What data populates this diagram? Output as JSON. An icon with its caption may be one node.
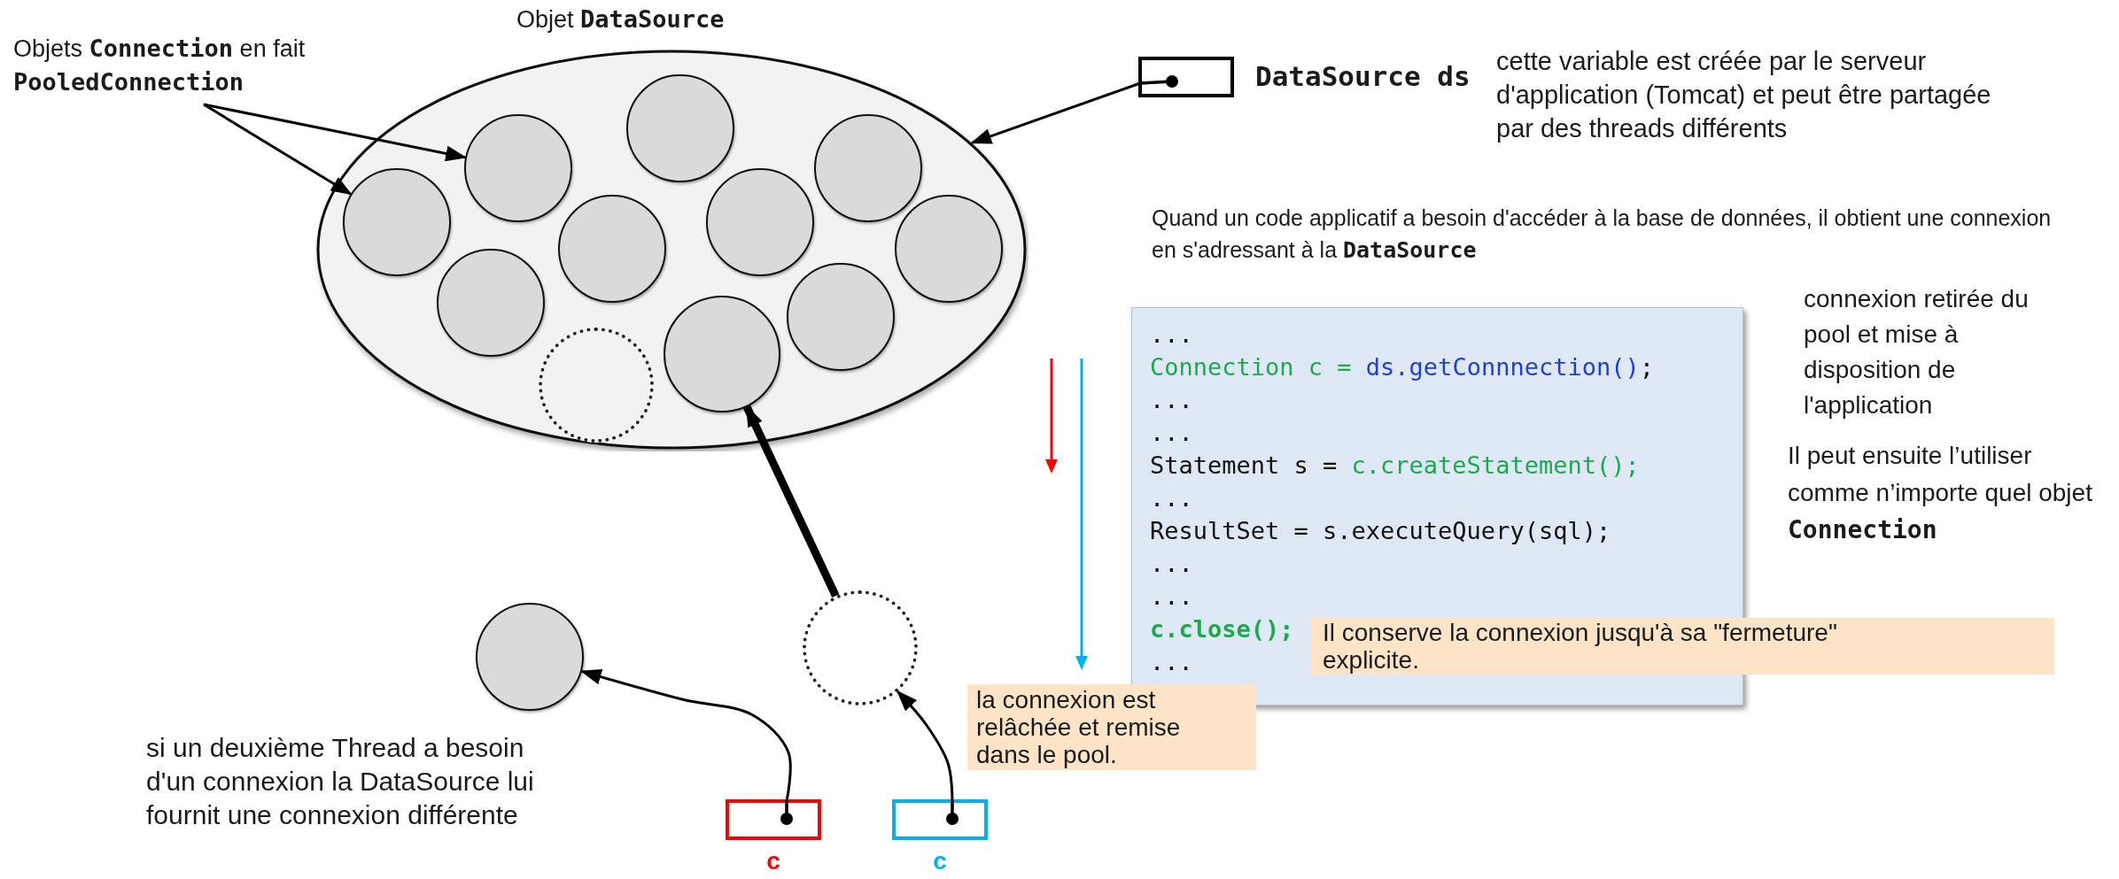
{
  "diagram": {
    "nodes": [
      {
        "text": [
          "Objets **Connection** en fait **PooledConnection**"
        ]
      },
      {
        "text": [
          "Objet **DataSource**"
        ]
      },
      {
        "text": [],
        "shape": "circle",
        "in": 1
      },
      {
        "text": [],
        "shape": "circle",
        "in": 1
      },
      {
        "text": [],
        "shape": "circle",
        "in": 1
      },
      {
        "text": [],
        "shape": "circle",
        "in": 1
      },
      {
        "text": [],
        "shape": "circle",
        "in": 1
      },
      {
        "text": [],
        "shape": "circle",
        "in": 1
      },
      {
        "text": [],
        "shape": "circle",
        "in": 1
      },
      {
        "text": [],
        "shape": "circle",
        "in": 1
      },
      {
        "text": [],
        "shape": "circle",
        "in": 1
      },
      {
        "text": [],
        "shape": "circle",
        "in": 1
      },
      {
        "text": [],
        "shape": "circle",
        "in": 1
      },
      {
        "text": [],
        "shape": "box",
        "beside": [
          "DataSource ds",
          "cette variable est créée par le serveur d'application (Tomcat)  et peut être partagée par des threads différents"
        ]
      },
      {
        "text": [
          "...",
          "Connection c = ds.getConnnection();",
          "...",
          "...",
          "Statement s = c.createStatement();",
          "...",
          "ResultSet = s.executeQuery(sql);",
          "...",
          "...",
          "c.close();",
          "..."
        ]
      },
      {
        "text": [
          "Il conserve la connexion jusqu'à sa \"fermeture\" explicite."
        ]
      },
      {
        "text": [],
        "shape": "circle"
      },
      {
        "text": [],
        "shape": "circle"
      },
      {
        "text": [
          "la connexion est relâchée et remise dans le pool."
        ]
      },
      {
        "text": [],
        "shape": "box",
        "beside": [
          "c"
        ]
      },
      {
        "text": [],
        "shape": "box",
        "beside": [
          "c"
        ]
      }
    ],
    "edges": [
      {
        "from": 0,
        "to": 3,
        "arrow": "to"
      },
      {
        "from": 0,
        "to": 5,
        "arrow": "to"
      },
      {
        "from": 13,
        "to": 1,
        "arrow": "to"
      },
      {
        "from": 17,
        "to": 11,
        "arrow": "to",
        "style": "thick"
      },
      {
        "from": 19,
        "to": 16,
        "arrow": "to"
      },
      {
        "from": 20,
        "to": 17,
        "arrow": "to"
      }
    ],
    "labels": [
      "Quand un code applicatif a besoin d'accéder à la base de données, il obtient une connexion en s'adressant à la **DataSource**",
      "connexion retirée du pool et mise à disposition de l'application",
      "Il peut ensuite l’utiliser comme n’importe quel objet **Connection**",
      "si un deuxième Thread a besoin d'un connexion la DataSource lui fournit une connexion différente"
    ]
  }
}
